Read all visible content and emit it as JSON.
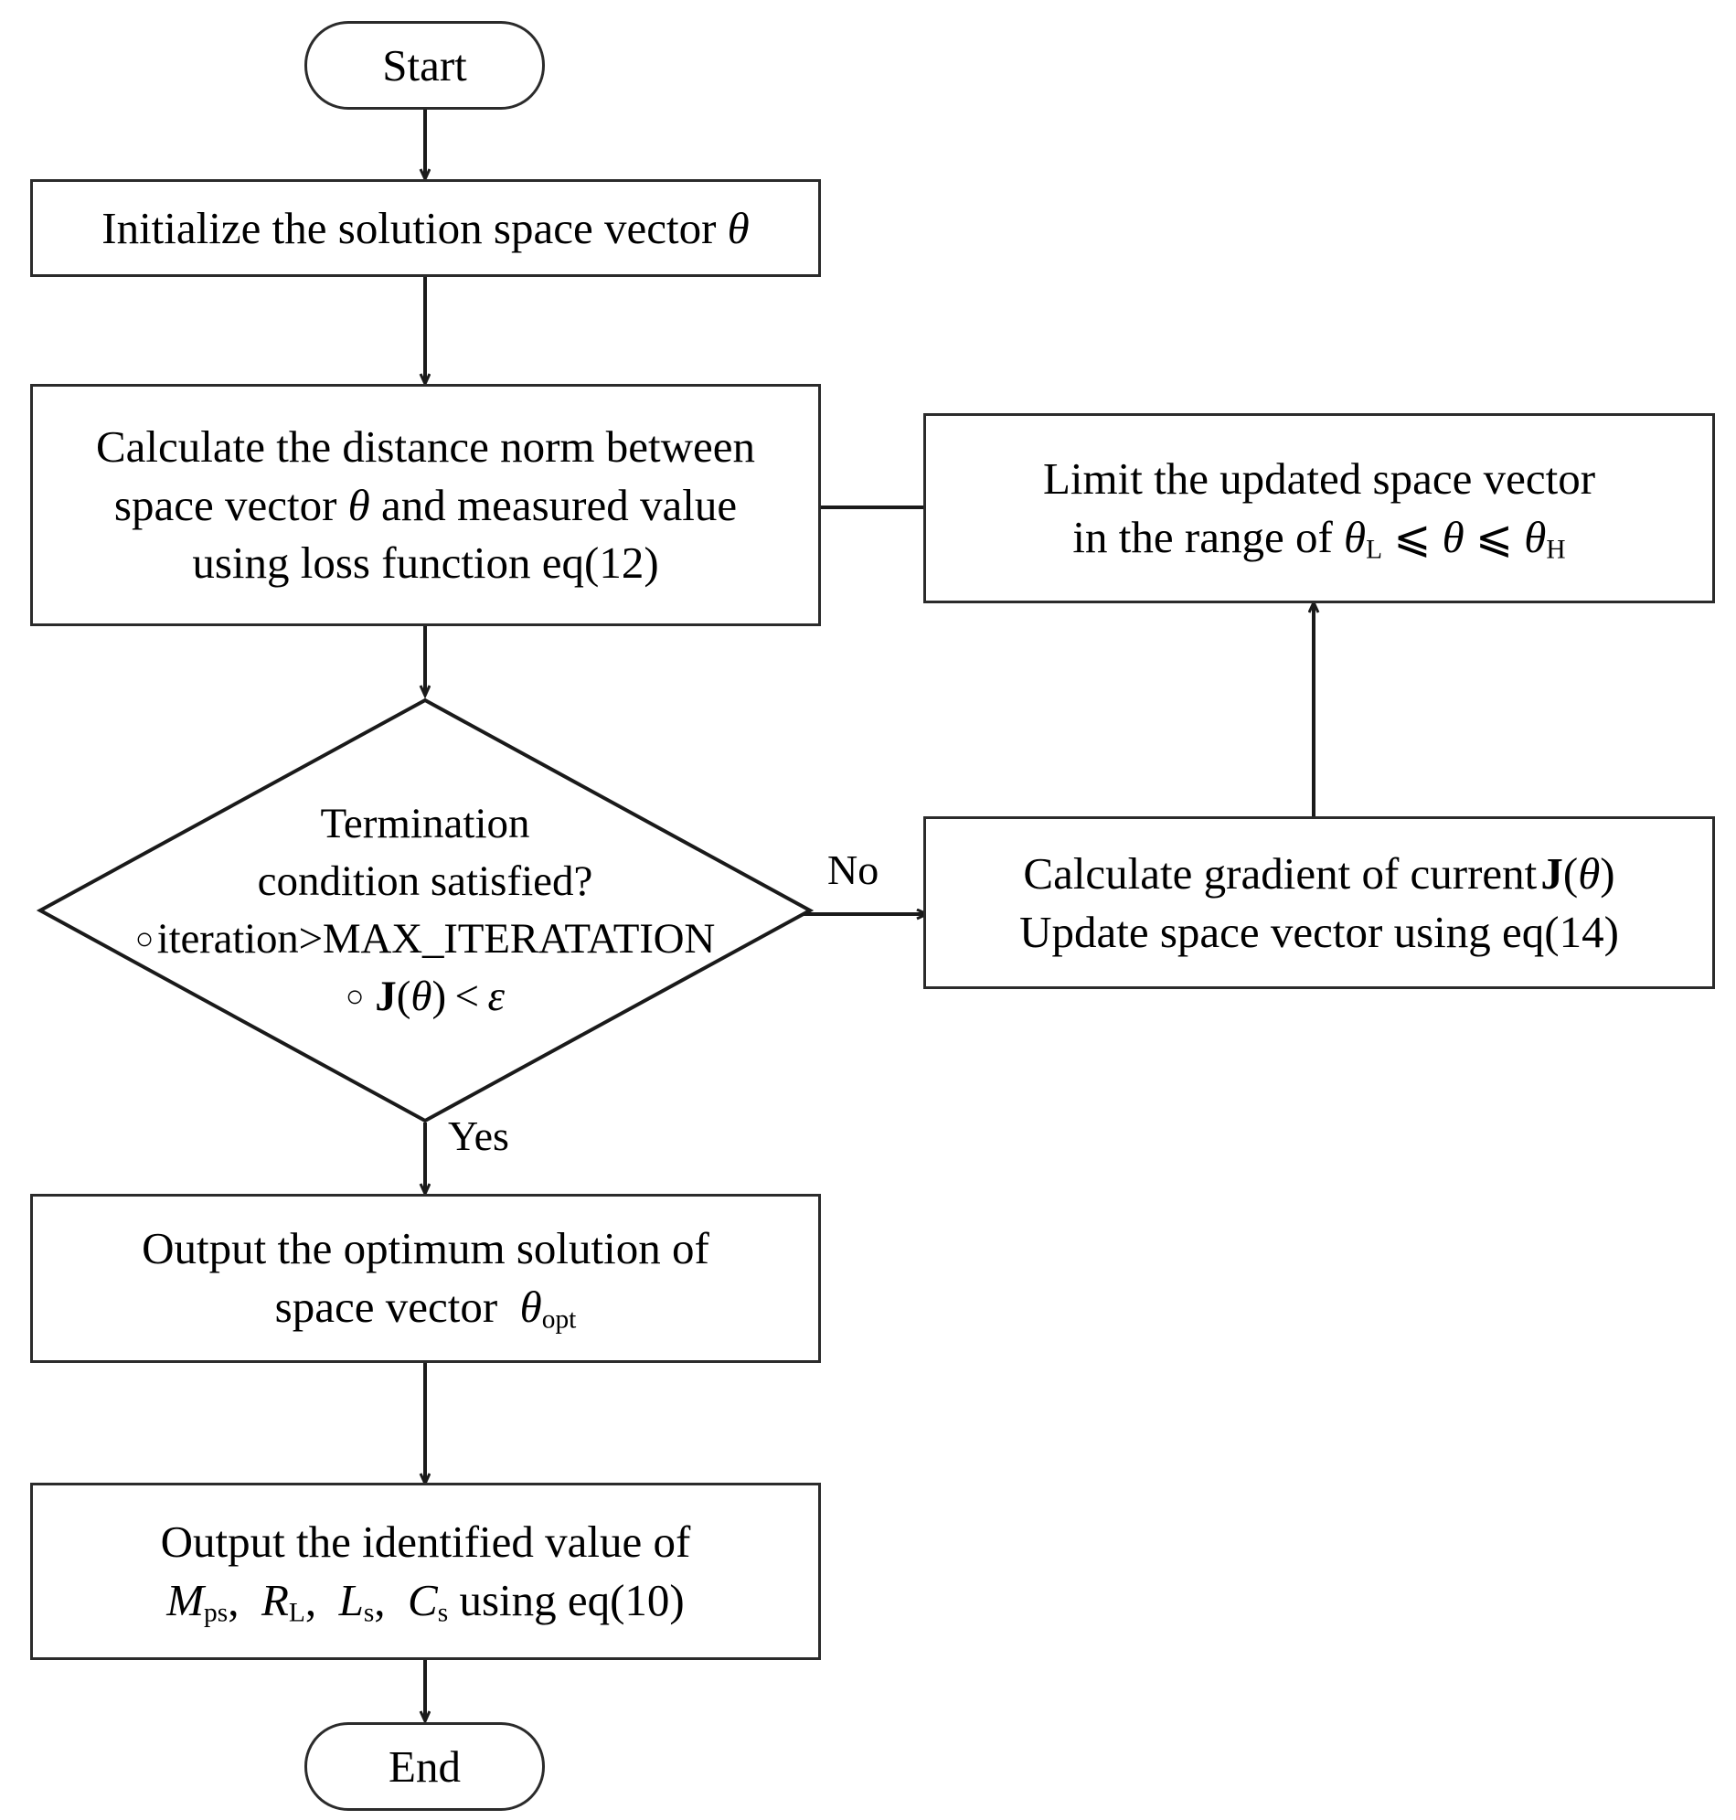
{
  "diagram": {
    "title": "Gradient-descent parameter identification flowchart",
    "type": "flowchart",
    "stroke_color": "#2b2b2b",
    "background_color": "#ffffff"
  },
  "nodes": {
    "start": {
      "shape": "terminator",
      "label": "Start"
    },
    "initialize": {
      "shape": "process",
      "lines": [
        "Initialize the solution space vector θ"
      ]
    },
    "calculate_distance": {
      "shape": "process",
      "lines": [
        "Calculate the distance norm between",
        "space vector θ and measured value",
        "using loss function eq(12)"
      ]
    },
    "limit_vector": {
      "shape": "process",
      "lines": [
        "Limit the updated space vector",
        "in the range of θL ⩽ θ ⩽ θH"
      ]
    },
    "termination": {
      "shape": "decision",
      "lines": [
        "Termination",
        "condition satisfied?",
        "○ iteration>MAX_ITERATATION",
        "○ J(θ) < ε"
      ]
    },
    "calculate_gradient": {
      "shape": "process",
      "lines": [
        "Calculate gradient of current J(θ)",
        "Update space vector using eq(14)"
      ]
    },
    "output_optimum": {
      "shape": "process",
      "lines": [
        "Output the optimum solution of",
        "space vector θopt"
      ]
    },
    "output_identified": {
      "shape": "process",
      "lines": [
        "Output the identified value of",
        "Mps, RL, Ls, Cs using eq(10)"
      ]
    },
    "end": {
      "shape": "terminator",
      "label": "End"
    }
  },
  "edge_labels": {
    "no": "No",
    "yes": "Yes"
  },
  "symbols": {
    "theta": "θ",
    "epsilon": "ε",
    "less_equal_slanted": "⩽",
    "open_bullet": "○"
  }
}
